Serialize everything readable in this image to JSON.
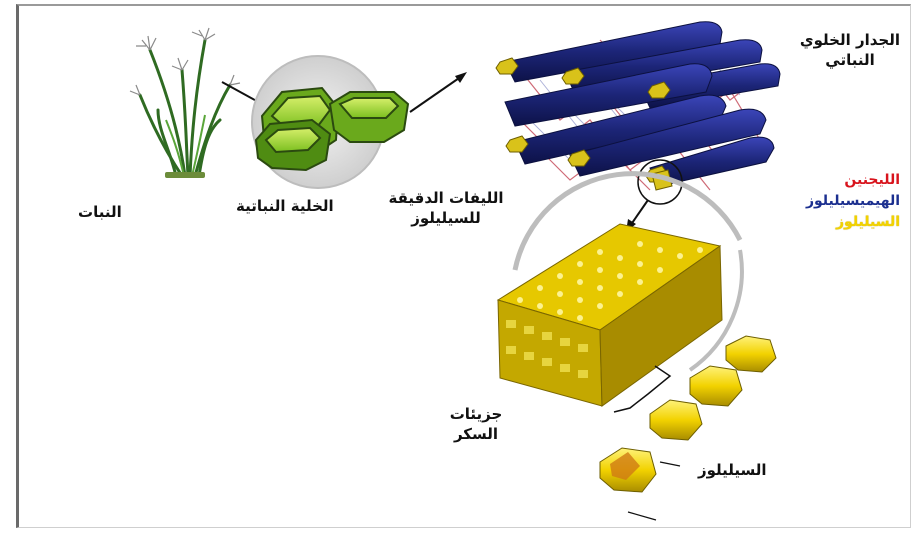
{
  "labels": {
    "plant": "النبات",
    "plant_cell": "الخلية النباتية",
    "microfibrils_line1": "الليفات الدقيقة",
    "microfibrils_line2": "للسيليلوز",
    "cell_wall_line1": "الجدار الخلوي",
    "cell_wall_line2": "النباتي",
    "legend_lignin": "الليجنين",
    "legend_hemicellulose": "الهيميسيليلوز",
    "legend_cellulose": "السيليلوز",
    "sugar_molecules_line1": "جزيئات",
    "sugar_molecules_line2": "السكر",
    "cellulose": "السيليلوز"
  },
  "colors": {
    "lignin": "#d8141d",
    "hemicellulose": "#1b2f8f",
    "cellulose": "#f2d200",
    "cell_green": "#8ccd2a",
    "plant_green": "#3c7a2a"
  }
}
